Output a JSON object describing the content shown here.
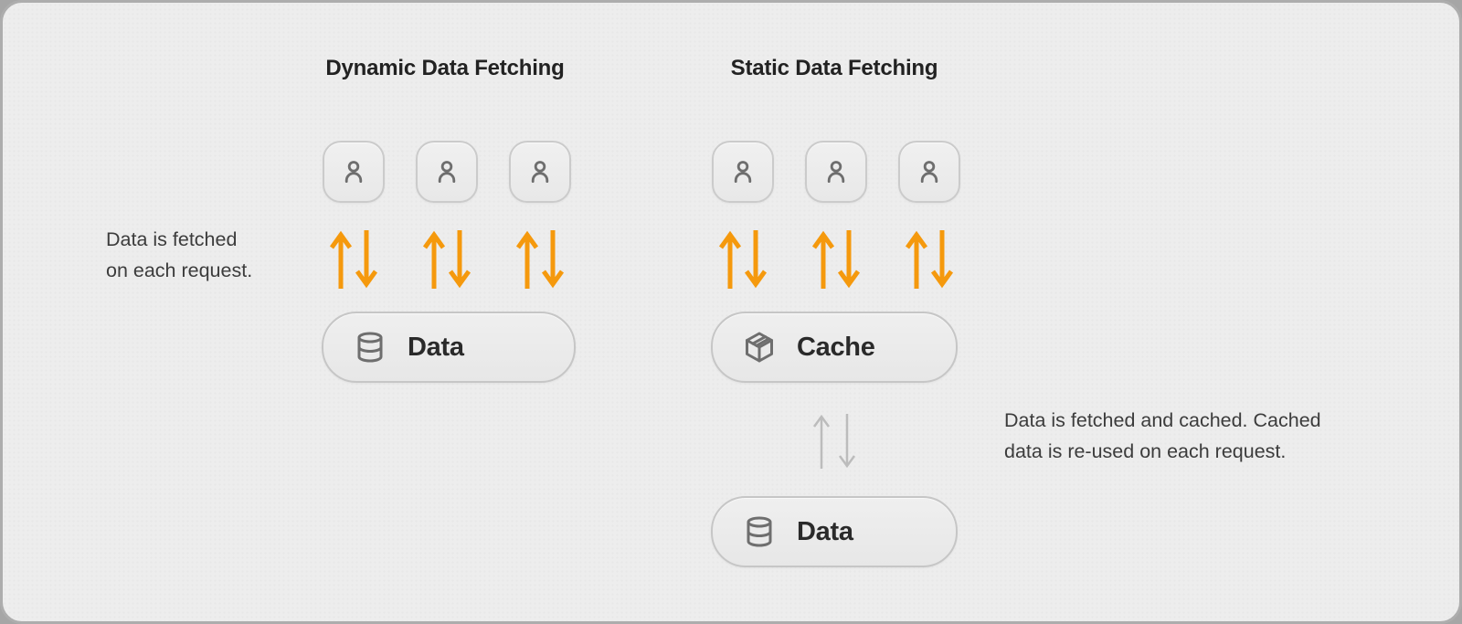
{
  "diagram": {
    "panels": [
      {
        "id": "dynamic-data-fetching",
        "title": "Dynamic Data Fetching",
        "client_count": 3,
        "client_icon": "user-icon",
        "request_arrows": {
          "pairs": 3,
          "icons": [
            "arrow-up-icon",
            "arrow-down-icon"
          ],
          "color": "#f5990d"
        },
        "nodes": [
          {
            "label": "Data",
            "icon": "database-icon"
          }
        ],
        "caption": {
          "line1": "Data is fetched",
          "line2": "on each request."
        }
      },
      {
        "id": "static-data-fetching",
        "title": "Static Data Fetching",
        "client_count": 3,
        "client_icon": "user-icon",
        "request_arrows": {
          "pairs": 3,
          "icons": [
            "arrow-up-icon",
            "arrow-down-icon"
          ],
          "color": "#f5990d"
        },
        "nodes": [
          {
            "label": "Cache",
            "icon": "package-icon"
          },
          {
            "label": "Data",
            "icon": "database-icon"
          }
        ],
        "cache_sync_arrows": {
          "pairs": 1,
          "icons": [
            "arrow-up-icon",
            "arrow-down-icon"
          ],
          "color": "#bcbcbc"
        },
        "caption": {
          "line1": "Data is fetched and cached. Cached",
          "line2": "data is re-used on each request."
        }
      }
    ],
    "colors": {
      "panel_background": "#ededed",
      "frame_border": "#adadad",
      "accent_orange": "#f5990d",
      "muted_arrow_gray": "#bcbcbc",
      "node_border": "#c6c6c6",
      "node_background": "#eaeaea",
      "icon_stroke": "#6e6e6e",
      "title_text": "#222222",
      "caption_text": "#3c3c3c"
    }
  }
}
